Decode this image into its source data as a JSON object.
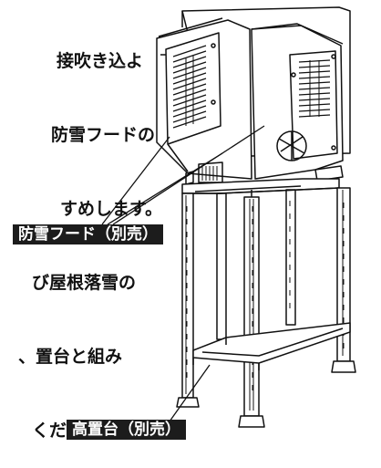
{
  "description_lines": [
    "接吹き込よ",
    "防雪フードの",
    "すめします。",
    "び屋根落雪の",
    "、置台と組み",
    "ください。"
  ],
  "labels": {
    "snow_hood": "防雪フード（別売）",
    "high_stand": "高置台（別売）"
  },
  "colors": {
    "ink": "#111111",
    "label_bg": "#1c1c1c",
    "label_text": "#ffffff"
  }
}
